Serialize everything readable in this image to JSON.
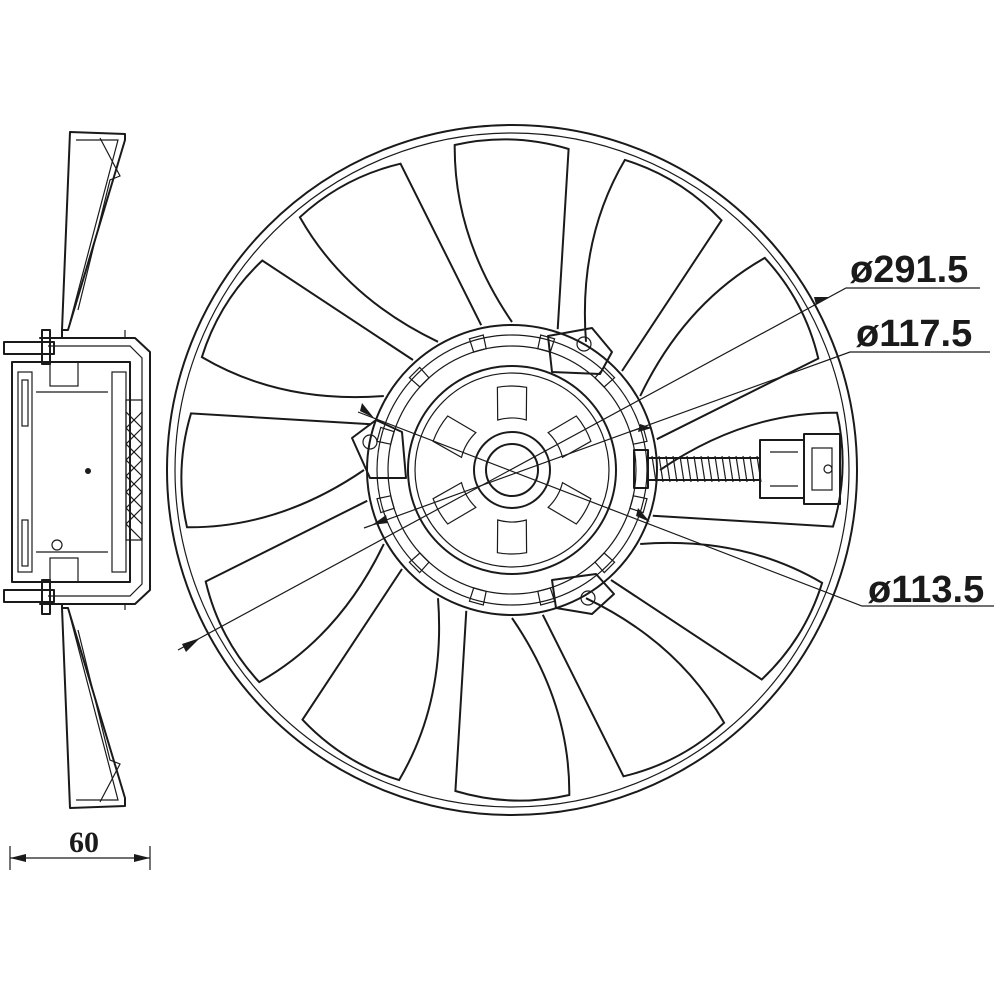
{
  "dimensions": {
    "outer_diameter": "ø291.5",
    "hub_diameter": "ø117.5",
    "motor_diameter": "ø113.5",
    "depth": "60"
  },
  "blade_count": 12
}
